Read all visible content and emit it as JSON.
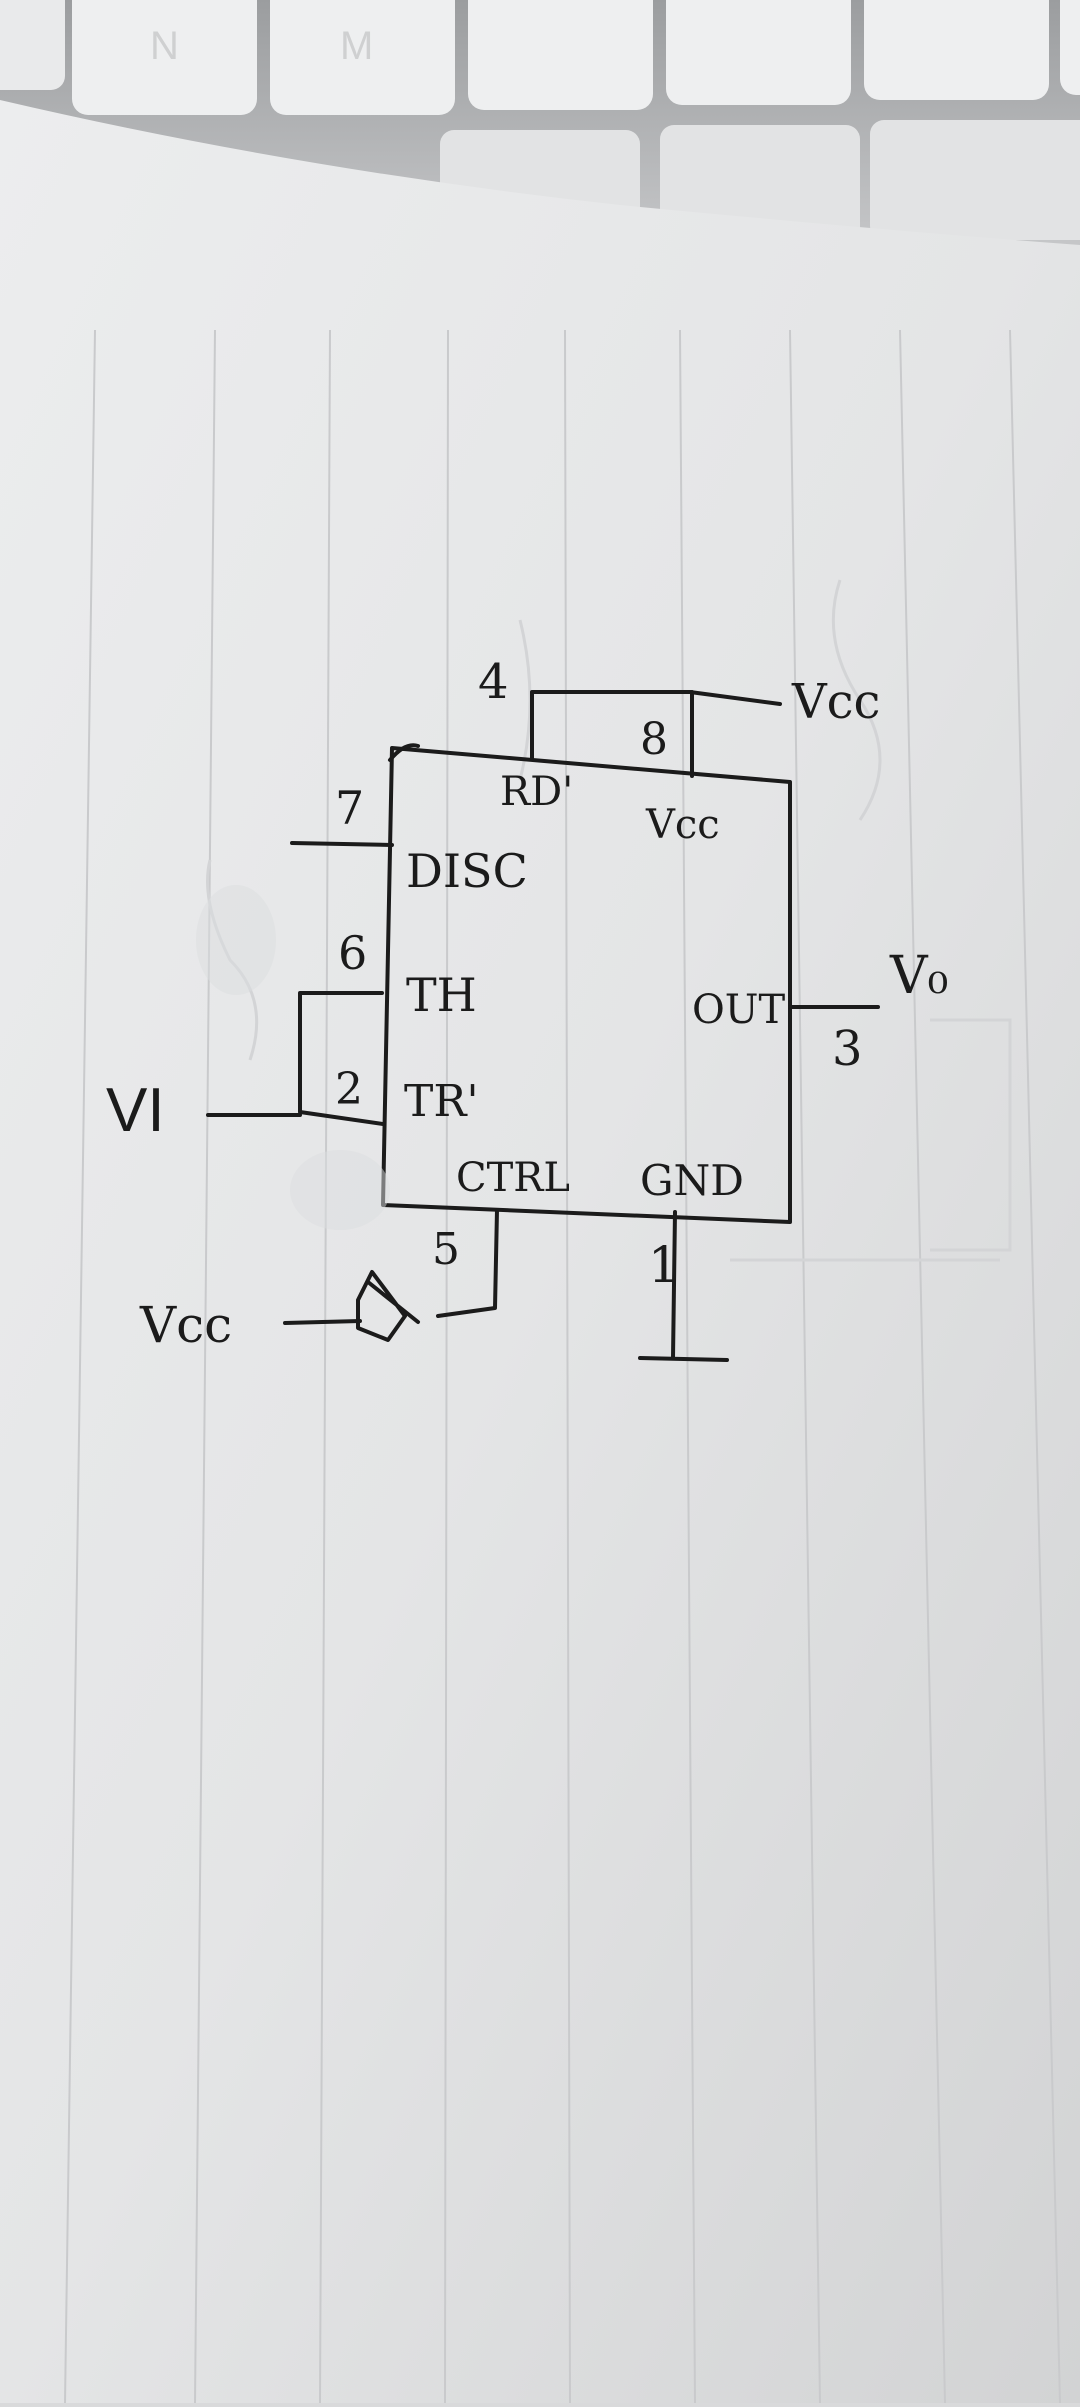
{
  "keyboard": {
    "keys": [
      "N",
      "M"
    ]
  },
  "circuit": {
    "pins": [
      {
        "number": "4",
        "name": "RD'"
      },
      {
        "number": "8",
        "name": "Vcc"
      },
      {
        "number": "7",
        "name": "DISC"
      },
      {
        "number": "6",
        "name": "TH"
      },
      {
        "number": "2",
        "name": "TR'"
      },
      {
        "number": "3",
        "name": "OUT"
      },
      {
        "number": "5",
        "name": "CTRL"
      },
      {
        "number": "1",
        "name": "GND"
      }
    ],
    "signals": {
      "supply_top": "Vcc",
      "input": "VI",
      "output": "V₀",
      "supply_bottom": "Vcc"
    }
  }
}
